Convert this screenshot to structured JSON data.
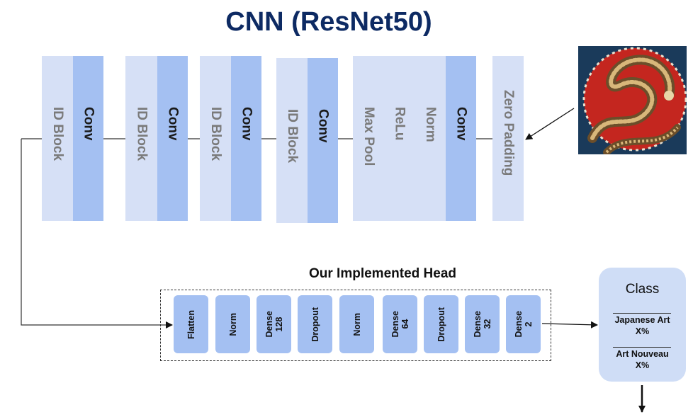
{
  "title": "CNN (ResNet50)",
  "backbone": {
    "blocks": [
      {
        "light": "ID Block",
        "dark": "Conv"
      },
      {
        "light": "ID Block",
        "dark": "Conv"
      },
      {
        "light": "ID Block",
        "dark": "Conv"
      },
      {
        "light": "ID Block",
        "dark": "Conv"
      }
    ],
    "stem": [
      "Max Pool",
      "ReLu",
      "Norm",
      "Conv"
    ],
    "zero_padding": "Zero Padding"
  },
  "input_image": {
    "icon": "dragon-painting-image",
    "colors": {
      "background": "#c4261f",
      "border": "#1a3a5a"
    }
  },
  "head": {
    "title": "Our Implemented Head",
    "layers": [
      "Flatten",
      "Norm",
      "Dense\n128",
      "Dropout",
      "Norm",
      "Dense\n64",
      "Dropout",
      "Dense\n32",
      "Dense\n2"
    ]
  },
  "output": {
    "title": "Class",
    "classes": [
      {
        "name": "Japanese Art",
        "value": "X%"
      },
      {
        "name": "Art Nouveau",
        "value": "X%"
      }
    ]
  },
  "colors": {
    "title": "#0d2a63",
    "light_block": "#d6e0f6",
    "dark_block": "#a4c0f2",
    "class_box": "#cfddf6"
  }
}
